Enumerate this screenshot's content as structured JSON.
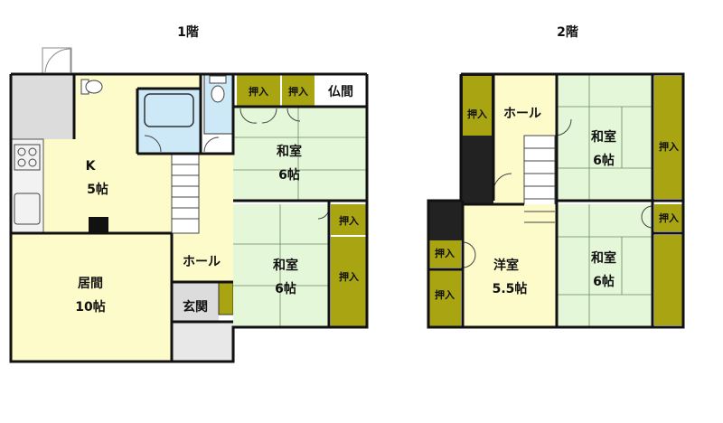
{
  "floor1": {
    "title": "1階",
    "rooms": {
      "kitchen": {
        "name": "K",
        "size": "5帖"
      },
      "living": {
        "name": "居間",
        "size": "10帖"
      },
      "hall": {
        "name": "ホール"
      },
      "entrance": {
        "name": "玄関"
      },
      "washitsu_upper": {
        "name": "和室",
        "size": "6帖"
      },
      "washitsu_lower": {
        "name": "和室",
        "size": "6帖"
      },
      "oshiire_1": "押入",
      "oshiire_2": "押入",
      "oshiire_3": "押入",
      "oshiire_4": "押入",
      "butsuma": "仏間"
    }
  },
  "floor2": {
    "title": "2階",
    "rooms": {
      "hall": {
        "name": "ホール"
      },
      "washitsu_upper": {
        "name": "和室",
        "size": "6帖"
      },
      "washitsu_lower": {
        "name": "和室",
        "size": "6帖"
      },
      "yoshitsu": {
        "name": "洋室",
        "size": "5.5帖"
      },
      "oshiire_1": "押入",
      "oshiire_2": "押入",
      "oshiire_3": "押入",
      "oshiire_4": "押入",
      "oshiire_5": "押入"
    }
  },
  "colors": {
    "kitchen_living": "#fdfbc9",
    "washitsu": "#e4f7d9",
    "oshiire": "#a9a512",
    "bath": "#cde9f7",
    "floor_gray": "#dcdcdc",
    "wall": "#111111"
  }
}
